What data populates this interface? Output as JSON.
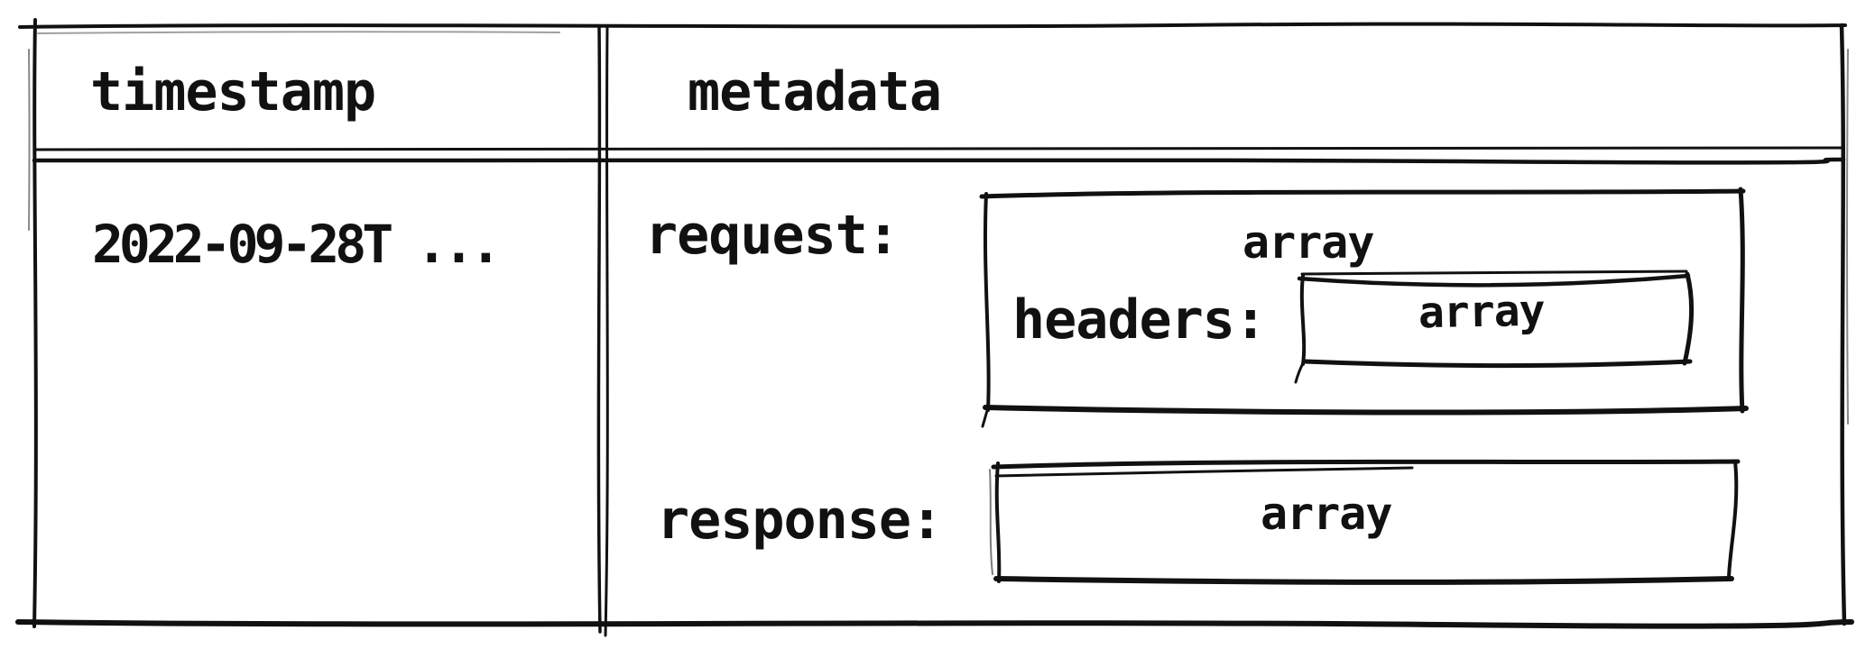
{
  "diagram": {
    "kind": "hand-drawn table schema",
    "table": {
      "columns": [
        {
          "header": "timestamp"
        },
        {
          "header": "metadata"
        }
      ],
      "row": {
        "timestamp_value": "2022-09-28T ...",
        "metadata": {
          "request_label": "request:",
          "request_array_label": "array",
          "headers_label": "headers:",
          "headers_array_label": "array",
          "response_label": "response:",
          "response_array_label": "array"
        }
      }
    },
    "colors": {
      "ink": "#111111",
      "background": "#ffffff"
    }
  }
}
